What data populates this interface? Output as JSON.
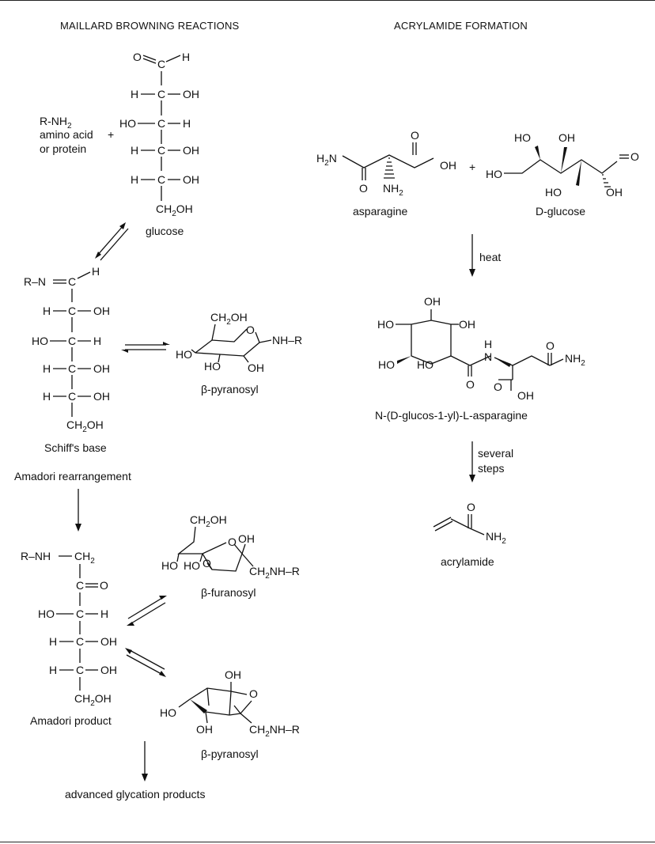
{
  "headings": {
    "maillard": "MAILLARD BROWNING REACTIONS",
    "acrylamide": "ACRYLAMIDE FORMATION"
  },
  "reagent": {
    "formula": "R-NH",
    "formula_sub": "2",
    "line2": "amino acid",
    "line3": "or protein",
    "plus": "+"
  },
  "captions": {
    "glucose": "glucose",
    "schiff_base": "Schiff's base",
    "beta_pyranosyl_1": "β-pyranosyl",
    "amadori_rearrangement": "Amadori rearrangement",
    "beta_furanosyl": "β-furanosyl",
    "amadori_product": "Amadori product",
    "beta_pyranosyl_2": "β-pyranosyl",
    "advanced_glycation": "advanced glycation products",
    "asparagine": "asparagine",
    "d_glucose": "D-glucose",
    "heat": "heat",
    "glucosyl_asparagine": "N-(D-glucos-1-yl)-L-asparagine",
    "several": "several",
    "steps": "steps",
    "acrylamide": "acrylamide",
    "plus": "+"
  },
  "atoms": {
    "O": "O",
    "H": "H",
    "C": "C",
    "N": "N",
    "R": "R",
    "OH": "OH",
    "HO": "HO",
    "NH": "NH",
    "CH": "CH",
    "two": "2",
    "CH2OH_tail": "OH",
    "NH2_main": "NH",
    "H2N_main": "H",
    "H2N_tail": "N",
    "NH_R": "NH–R",
    "CH2NH_R_tail": "NH–R",
    "eq": "=",
    "dash": "–"
  }
}
